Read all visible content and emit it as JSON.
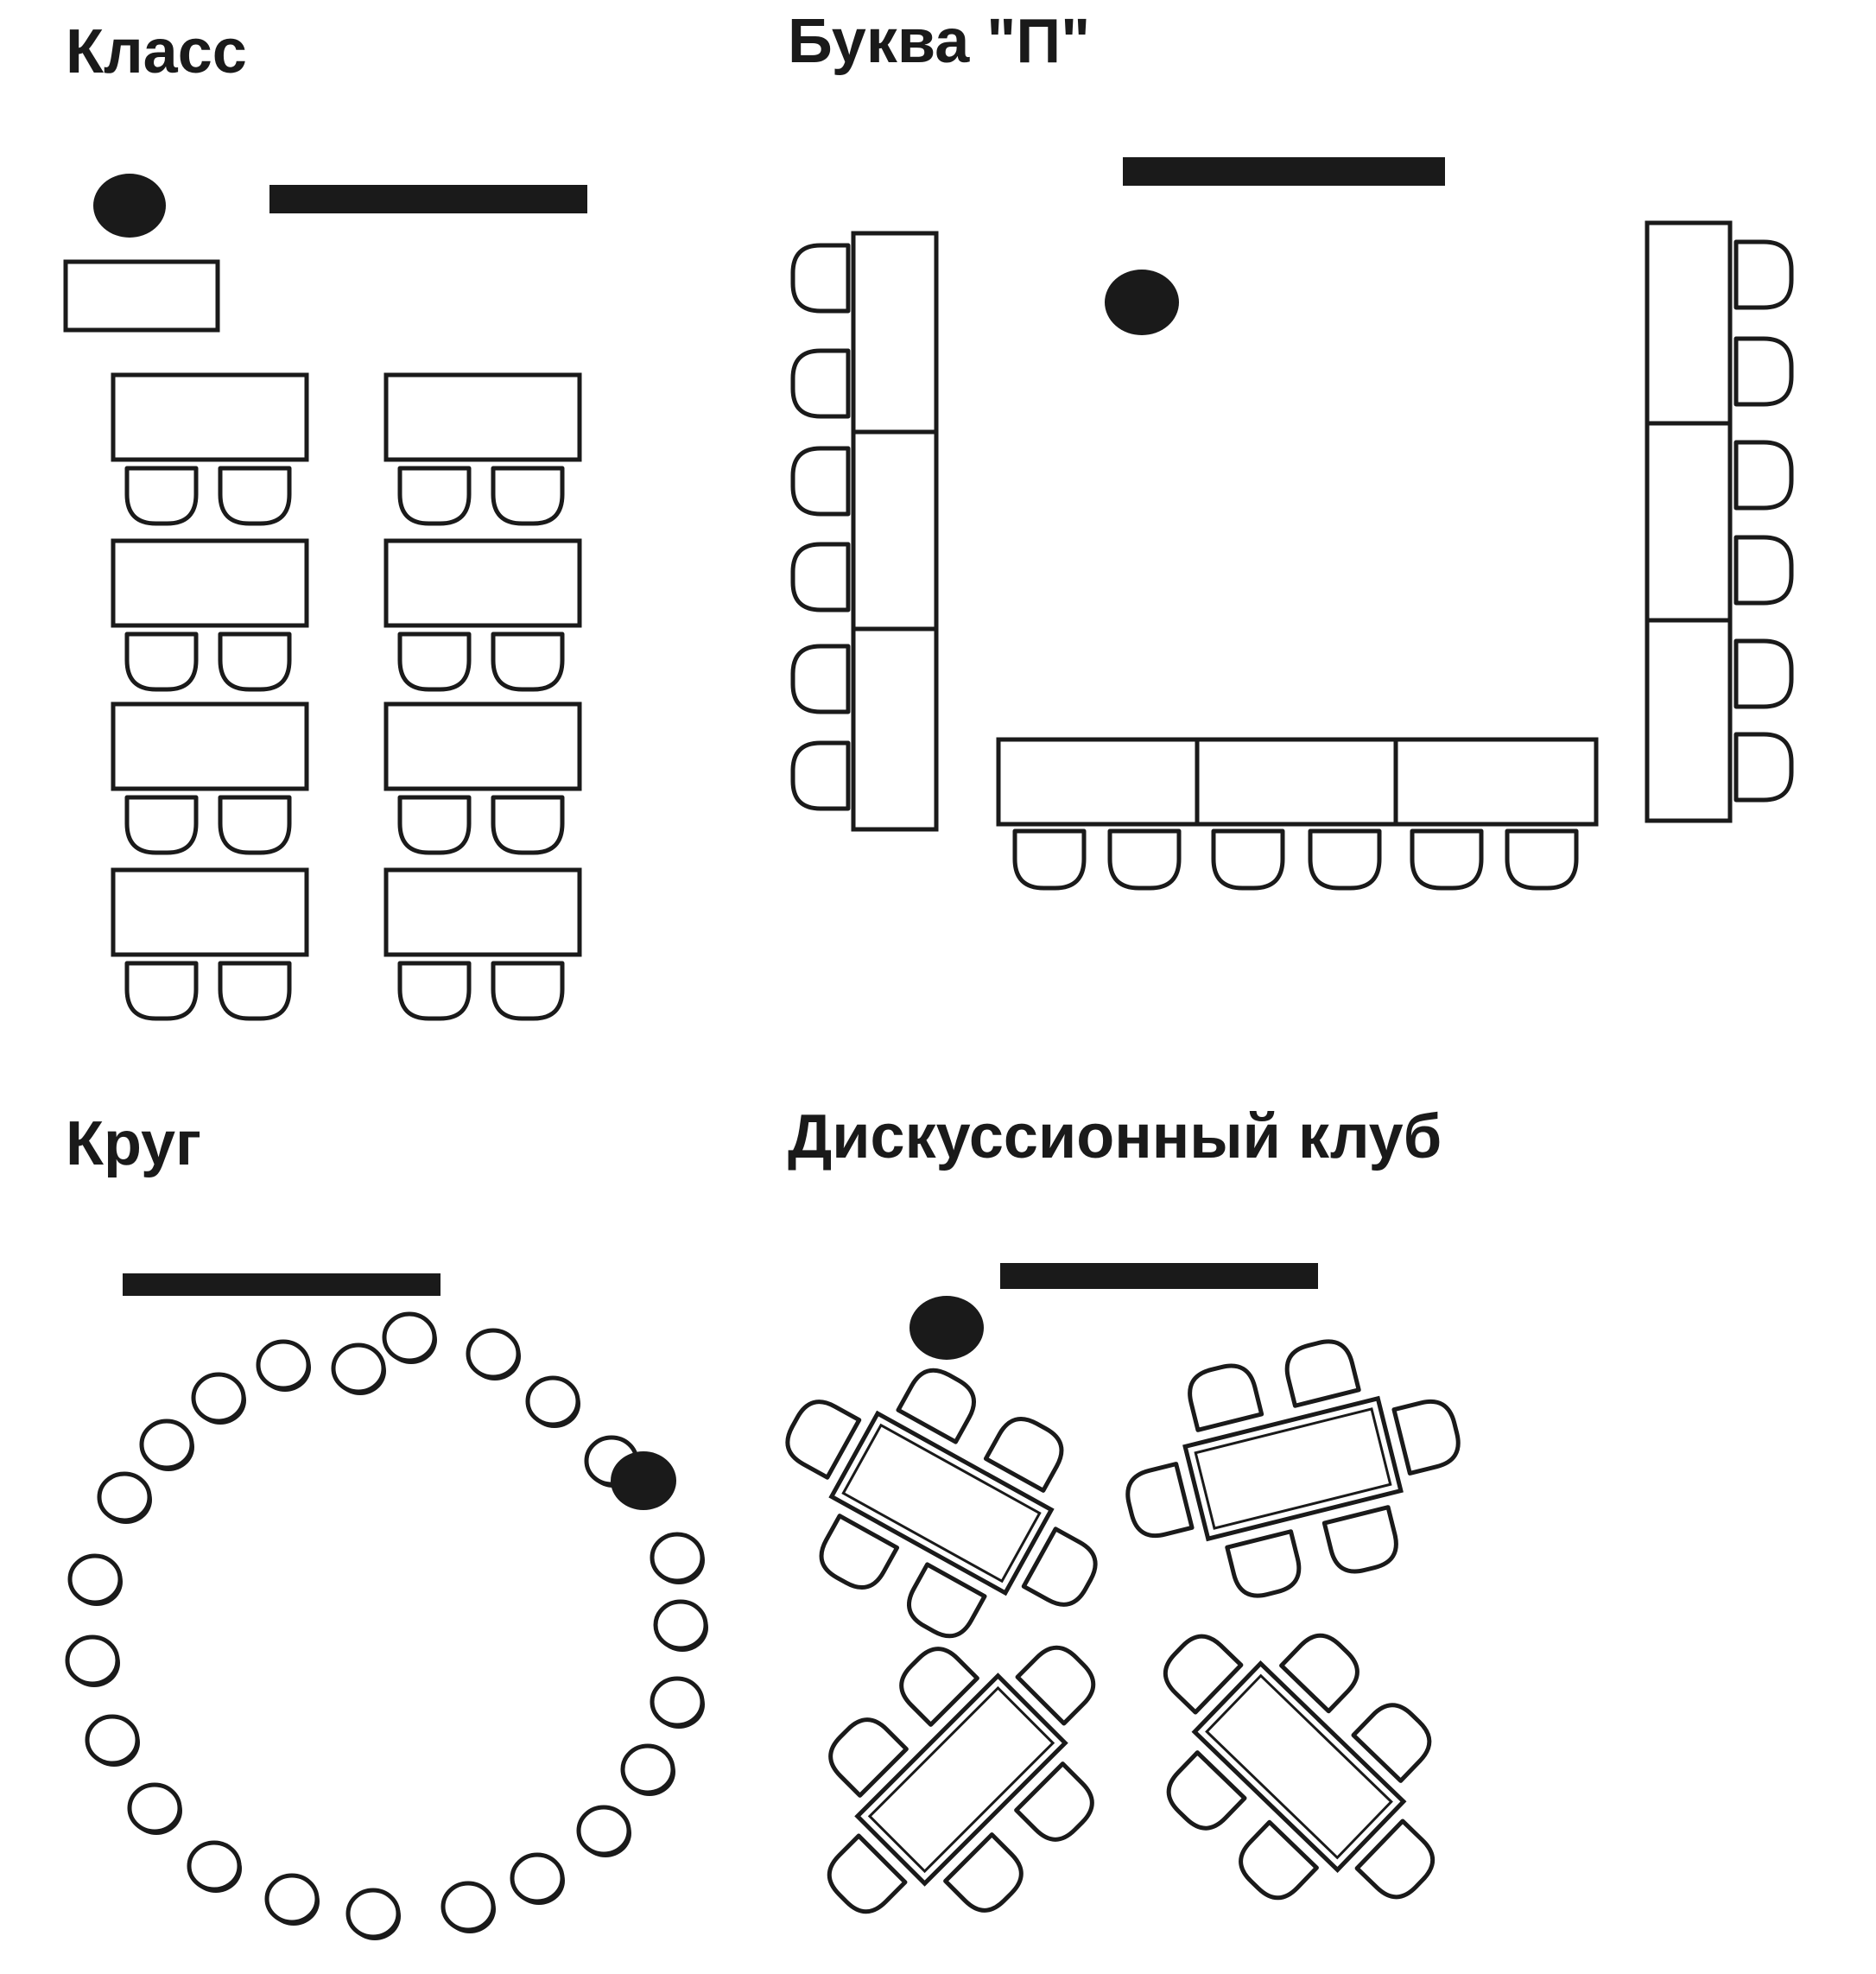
{
  "schemes": {
    "classroom": {
      "title": "Класс"
    },
    "u_shape": {
      "title": "Буква \"П\""
    },
    "circle": {
      "title": "Круг"
    },
    "discussion_club": {
      "title": "Дискуссионный клуб"
    }
  },
  "colors": {
    "ink": "#1a1a1a",
    "paper": "#ffffff",
    "board": "#1a1a1a"
  },
  "legend_semantics": {
    "board": "black bar",
    "teacher": "black dot",
    "table": "rectangle",
    "chair": "rounded seat"
  }
}
